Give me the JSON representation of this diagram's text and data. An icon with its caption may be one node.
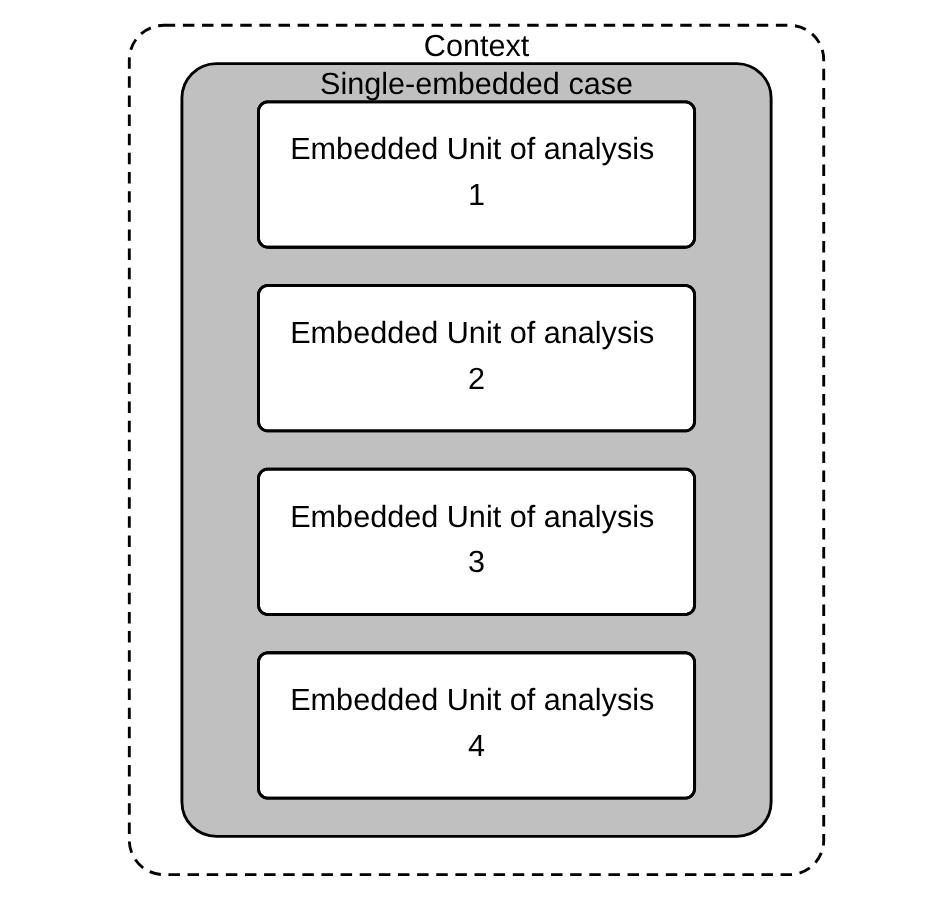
{
  "diagram": {
    "nodes": [
      {
        "text": [
          "Context"
        ]
      },
      {
        "text": [
          "Single-embedded case"
        ],
        "in": 0
      },
      {
        "text": [
          "Embedded Unit of analysis 1"
        ],
        "in": 1
      },
      {
        "text": [
          "Embedded Unit of analysis 2"
        ],
        "in": 1
      },
      {
        "text": [
          "Embedded Unit of analysis 3"
        ],
        "in": 1
      },
      {
        "text": [
          "Embedded Unit of analysis 4"
        ],
        "in": 1
      }
    ]
  }
}
